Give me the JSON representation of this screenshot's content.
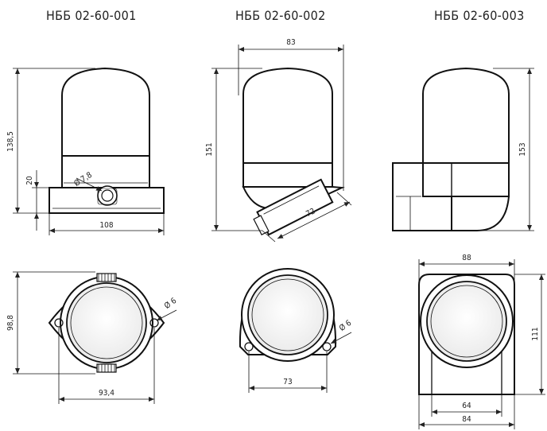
{
  "titles": [
    "НББ 02-60-001",
    "НББ 02-60-002",
    "НББ 02-60-003"
  ],
  "dims": {
    "d1_height": "138,5",
    "d1_base_h": "20",
    "d1_hole": "Ø 7,8",
    "d1_width": "108",
    "d2_width": "83",
    "d2_height": "151",
    "d2_angled": "72",
    "d3_height": "153",
    "b1_height": "98,8",
    "b1_hole": "Ø 6",
    "b1_width": "93,4",
    "b2_hole": "Ø 6",
    "b2_width": "73",
    "b3_width_top": "88",
    "b3_height": "111",
    "b3_inner": "64",
    "b3_outer": "84"
  }
}
